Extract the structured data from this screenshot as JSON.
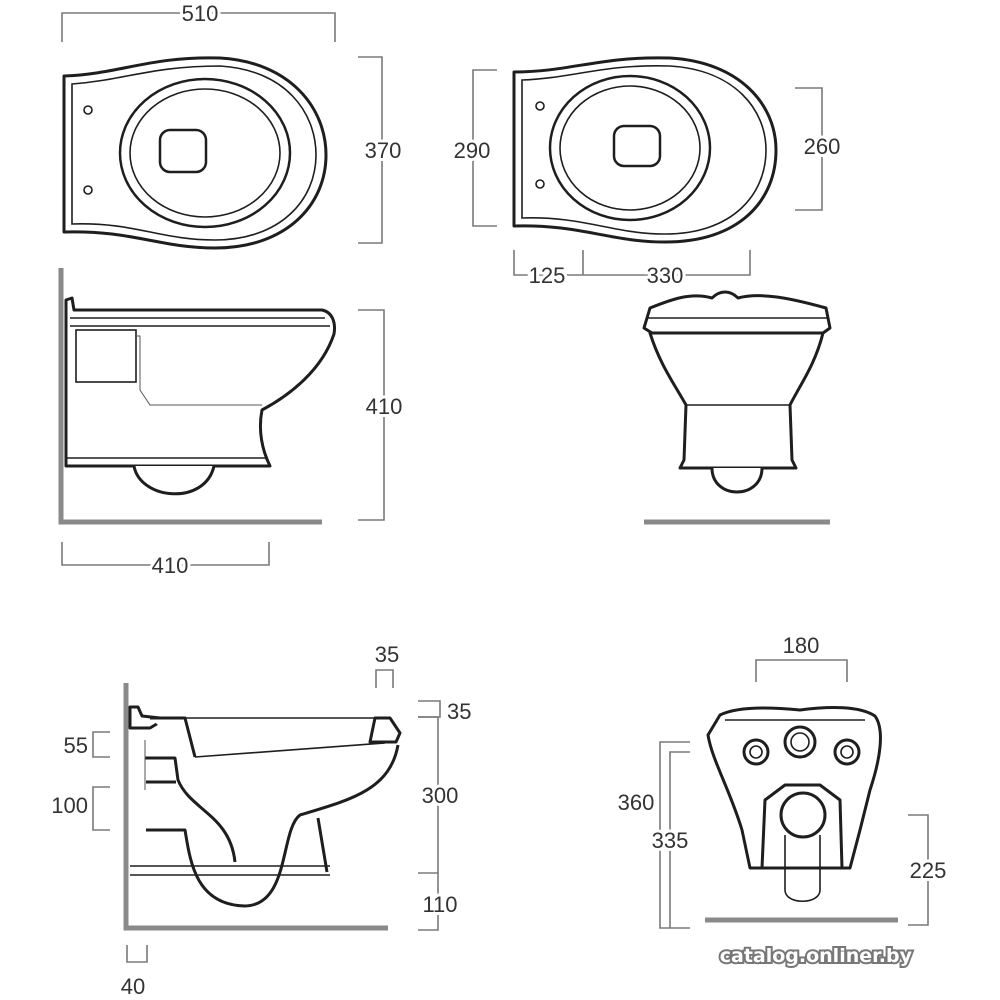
{
  "top_view_1": {
    "width": "510",
    "depth": "370"
  },
  "top_view_2": {
    "depth_total": "290",
    "depth_inner": "260",
    "offset": "125",
    "length": "330"
  },
  "side_view": {
    "height": "410",
    "length": "410"
  },
  "section_view": {
    "rim_width": "35",
    "rim_height": "35",
    "inlet_height": "55",
    "outlet_height": "100",
    "bowl_height": "300",
    "floor_gap": "110",
    "wall_gap": "40"
  },
  "back_view": {
    "bolt_spacing": "180",
    "height_total": "360",
    "height_inlet": "335",
    "height_outlet": "225"
  },
  "watermark": "catalog.onliner.by"
}
